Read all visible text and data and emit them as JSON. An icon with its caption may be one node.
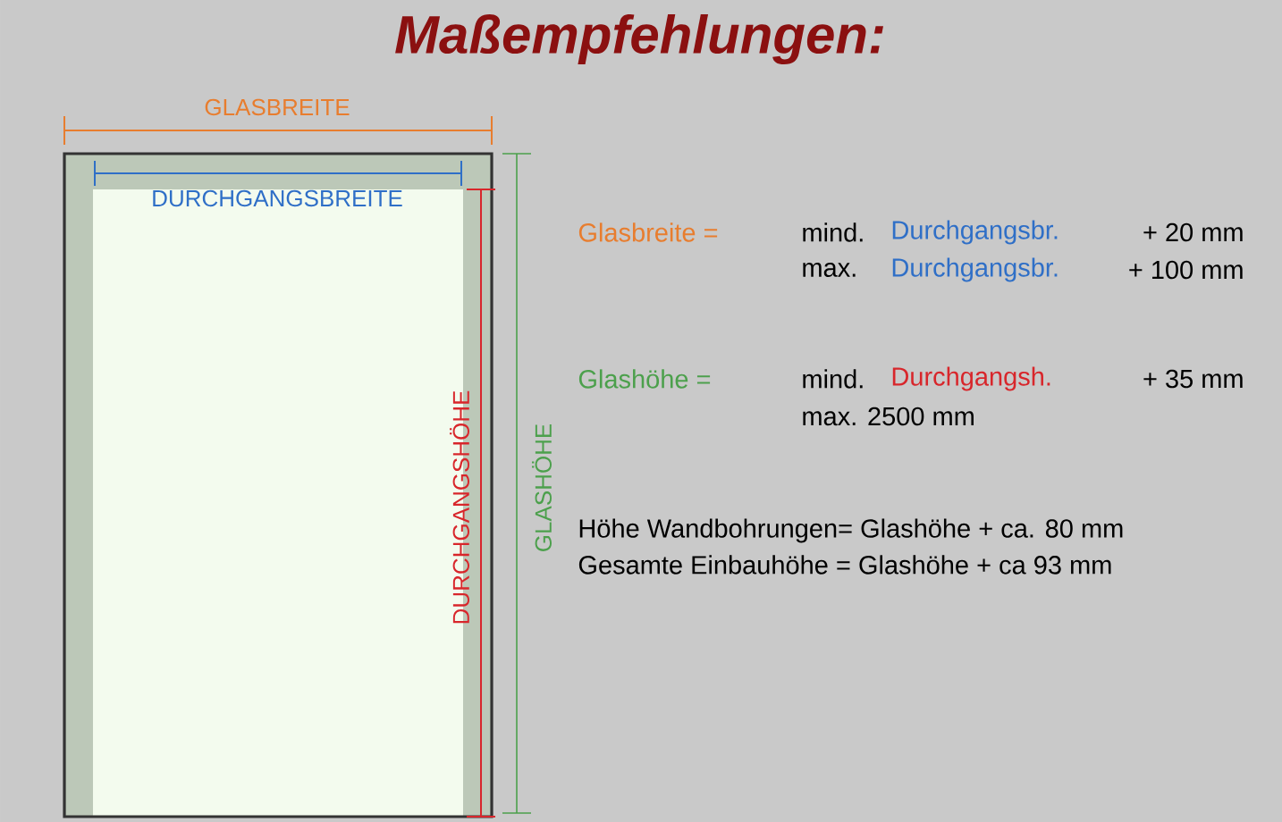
{
  "diagram": {
    "title": "Maßempfehlungen:",
    "labels": [
      "GLASBREITE",
      "DURCHGANGSBREITE",
      "DURCHGANGSHÖHE",
      "GLASHÖHE",
      "Glasbreite =",
      "mind.",
      "Durchgangsbr.",
      "+ 20 mm",
      "max.",
      "Durchgangsbr.",
      "+ 100 mm",
      "Glashöhe =",
      "mind.",
      "Durchgangsh.",
      "+ 35 mm",
      "max. 2500 mm",
      "Höhe Wandbohrungen= Glashöhe + ca. 80 mm",
      "Gesamte Einbauhöhe = Glashöhe + ca 93 mm"
    ]
  }
}
